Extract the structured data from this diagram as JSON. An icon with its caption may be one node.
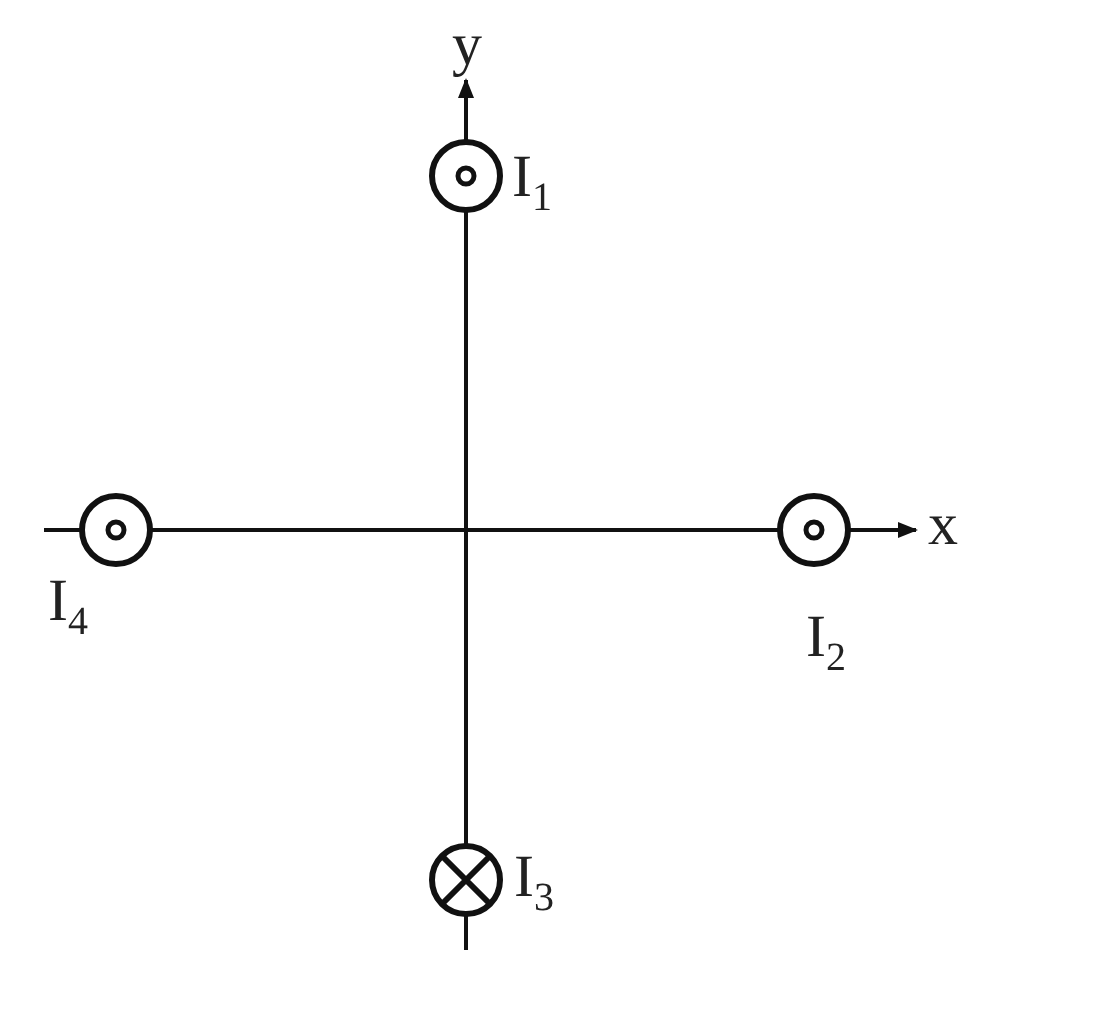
{
  "diagram": {
    "labels": [
      "y",
      "I$_{1}$",
      "x",
      "I$_{4}$",
      "I$_{2}$",
      "I$_{3}$"
    ]
  }
}
